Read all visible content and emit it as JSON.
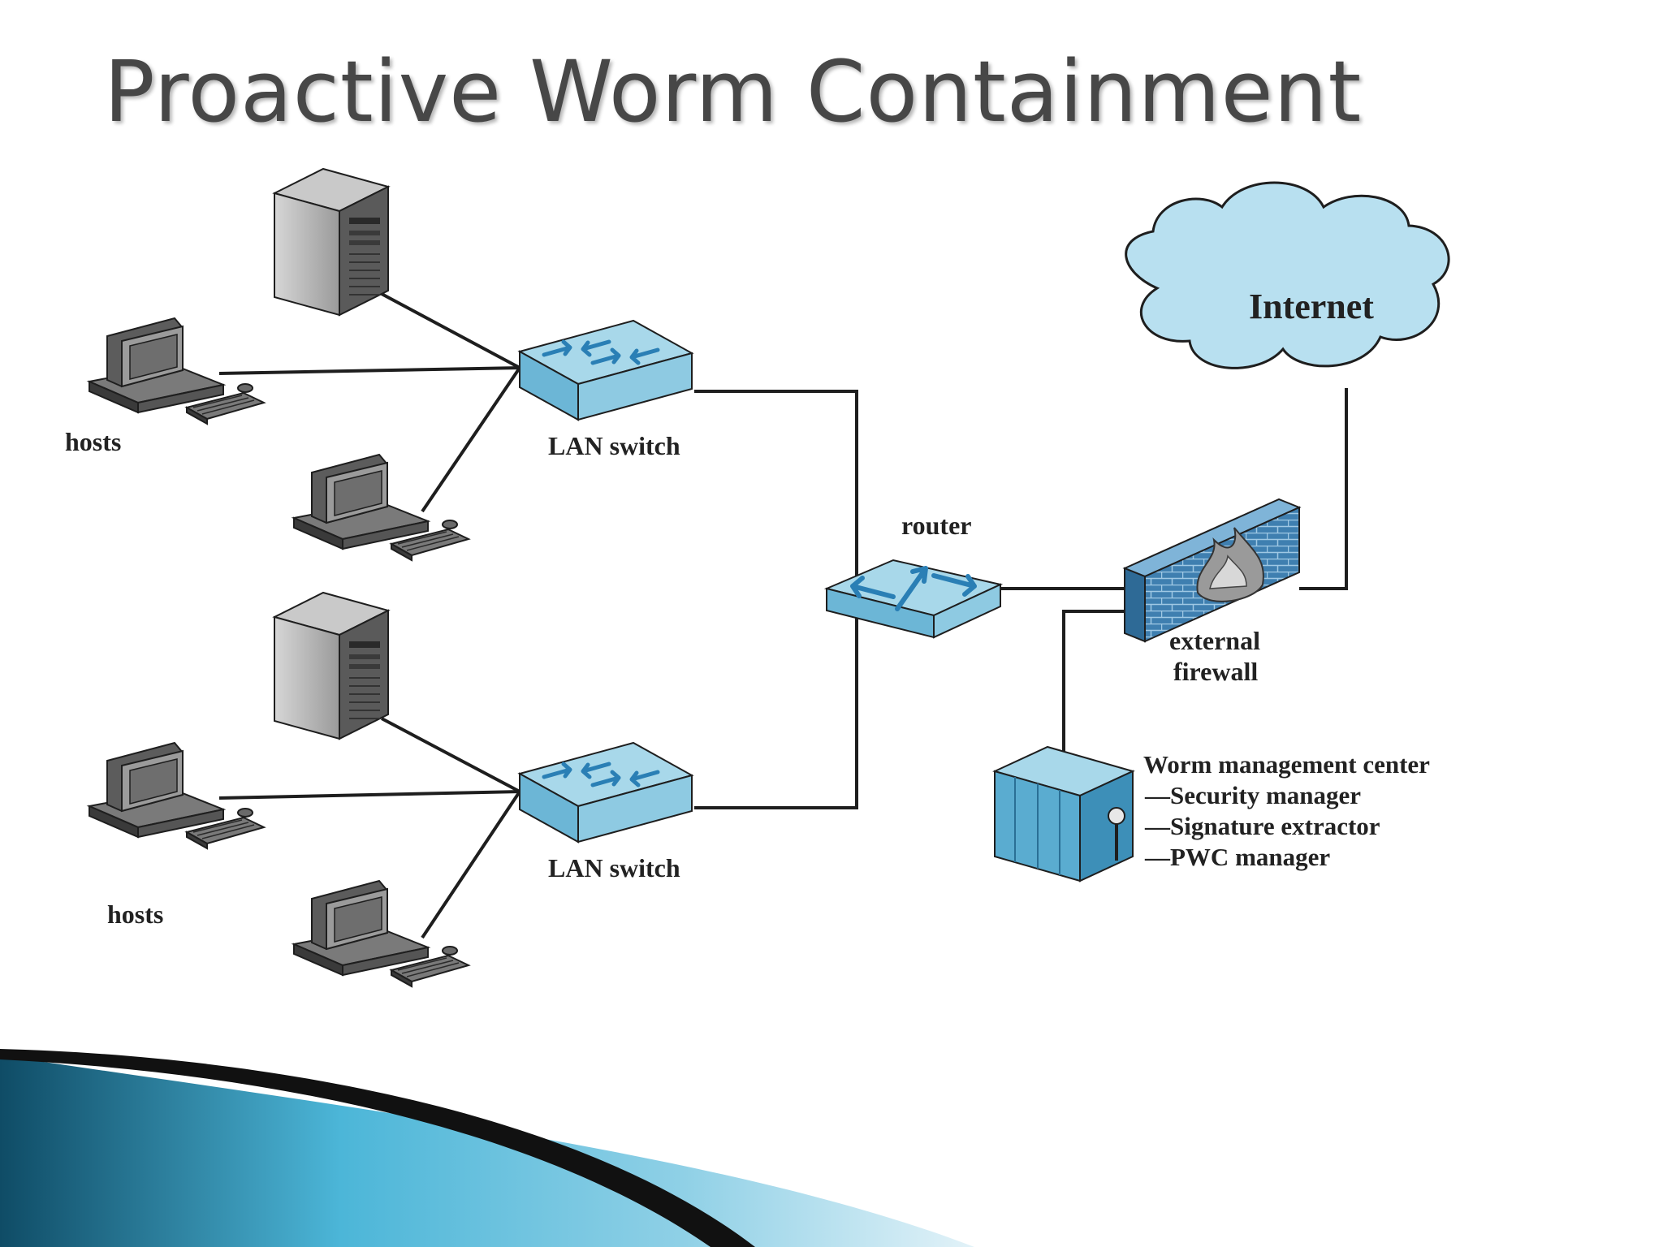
{
  "slide": {
    "title": "Proactive Worm Containment",
    "accent_colors": {
      "swoosh_dark": "#0f4c66",
      "swoosh_light": "#4cb6d8",
      "device_blue": "#a8d8ea",
      "cloud_blue": "#b8e0f0"
    }
  },
  "diagram": {
    "top_hosts_label": "hosts",
    "top_switch_label": "LAN switch",
    "bottom_hosts_label": "hosts",
    "bottom_switch_label": "LAN switch",
    "router_label": "router",
    "internet_label": "Internet",
    "firewall_label_line1": "external",
    "firewall_label_line2": "firewall",
    "wmc": {
      "title": "Worm management center",
      "items": [
        "—Security manager",
        "—Signature extractor",
        "—PWC manager"
      ]
    }
  }
}
